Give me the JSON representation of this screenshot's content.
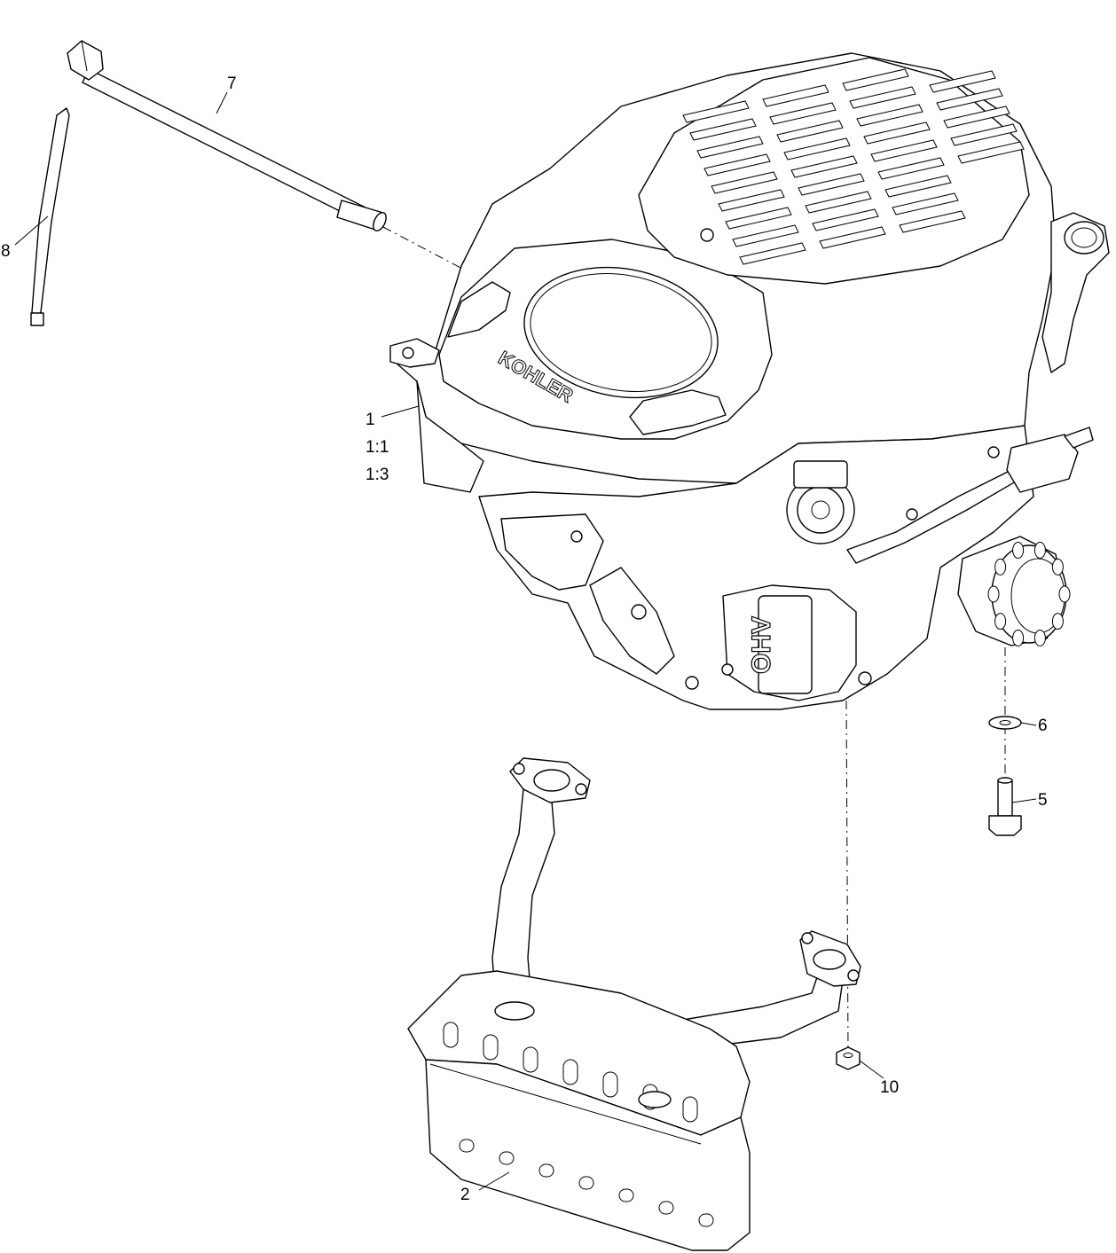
{
  "diagram": {
    "brand_text": "KOHLER",
    "valve_text": "OHV",
    "callouts": [
      {
        "id": "callout-1",
        "label": "1"
      },
      {
        "id": "callout-1-1",
        "label": "1:1"
      },
      {
        "id": "callout-1-3",
        "label": "1:3"
      },
      {
        "id": "callout-2",
        "label": "2"
      },
      {
        "id": "callout-5",
        "label": "5"
      },
      {
        "id": "callout-6",
        "label": "6"
      },
      {
        "id": "callout-7",
        "label": "7"
      },
      {
        "id": "callout-8",
        "label": "8"
      },
      {
        "id": "callout-10",
        "label": "10"
      }
    ]
  }
}
